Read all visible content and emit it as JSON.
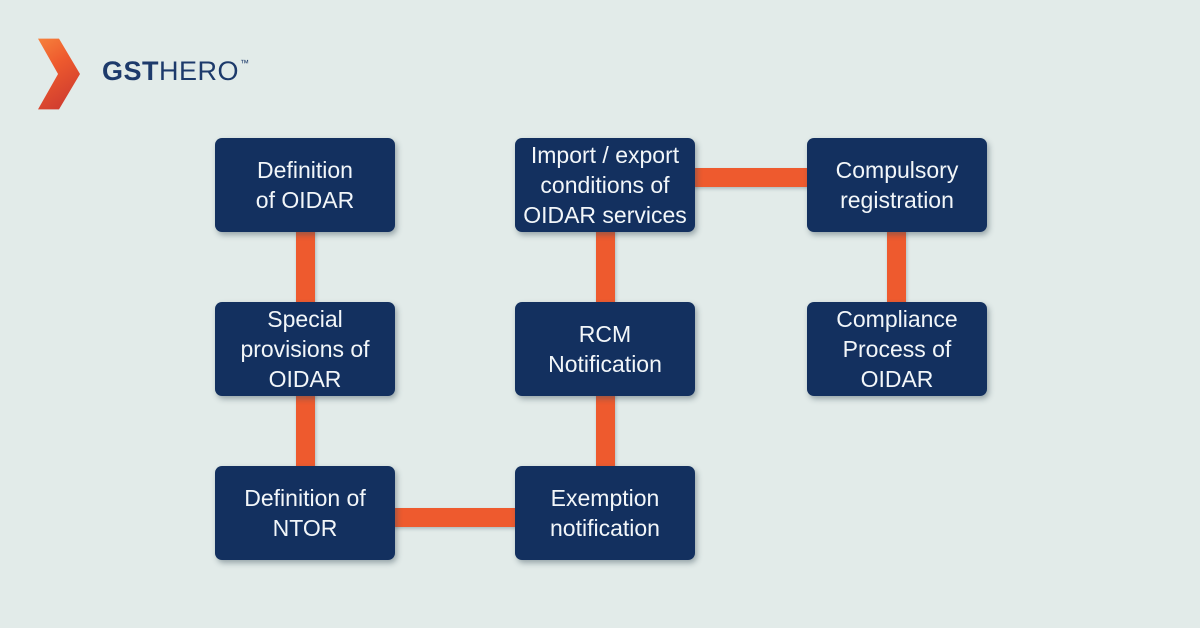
{
  "logo": {
    "brand_bold": "GST",
    "brand_rest": "HERO",
    "trademark": "™"
  },
  "diagram": {
    "title_implied": "OIDAR topics flowchart",
    "nodes": [
      {
        "id": "definition-of-oidar",
        "label": "Definition\nof OIDAR"
      },
      {
        "id": "import-export-conditions",
        "label": "Import / export\nconditions of\nOIDAR services"
      },
      {
        "id": "compulsory-registration",
        "label": "Compulsory\nregistration"
      },
      {
        "id": "special-provisions-oidar",
        "label": "Special\nprovisions of\nOIDAR"
      },
      {
        "id": "rcm-notification",
        "label": "RCM\nNotification"
      },
      {
        "id": "compliance-process-oidar",
        "label": "Compliance\nProcess of\nOIDAR"
      },
      {
        "id": "definition-of-ntor",
        "label": "Definition of\nNTOR"
      },
      {
        "id": "exemption-notification",
        "label": "Exemption\nnotification"
      }
    ],
    "edges": [
      [
        "definition-of-oidar",
        "special-provisions-oidar"
      ],
      [
        "special-provisions-oidar",
        "definition-of-ntor"
      ],
      [
        "definition-of-ntor",
        "exemption-notification"
      ],
      [
        "exemption-notification",
        "rcm-notification"
      ],
      [
        "rcm-notification",
        "import-export-conditions"
      ],
      [
        "import-export-conditions",
        "compulsory-registration"
      ],
      [
        "compulsory-registration",
        "compliance-process-oidar"
      ]
    ],
    "colors": {
      "background": "#e2ebe9",
      "node_background": "#13305f",
      "node_text": "#f2f6f9",
      "connector": "#ee5a2e",
      "logo_text": "#1d3a6b",
      "logo_orange_top": "#f6813c",
      "logo_orange_bottom": "#d23f2f"
    }
  }
}
